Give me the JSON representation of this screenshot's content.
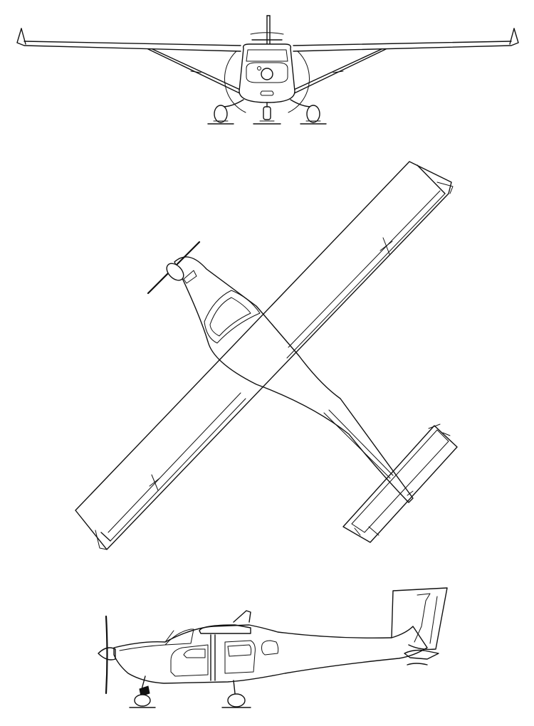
{
  "drawing": {
    "views": [
      {
        "id": "front",
        "icon": "aircraft-front-view"
      },
      {
        "id": "top",
        "icon": "aircraft-top-view"
      },
      {
        "id": "side",
        "icon": "aircraft-side-view"
      }
    ],
    "line_color": "#111111",
    "background_color": "#ffffff"
  }
}
